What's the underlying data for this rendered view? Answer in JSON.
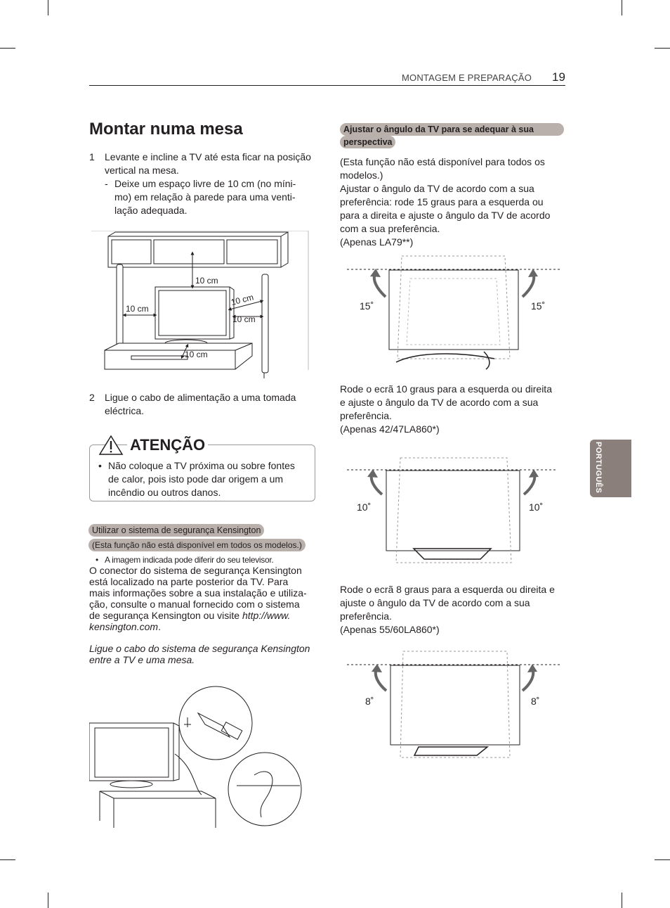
{
  "header": {
    "section": "MONTAGEM E PREPARAÇÃO",
    "page_number": "19"
  },
  "side_tab": {
    "label": "PORTUGUÊS"
  },
  "left": {
    "title": "Montar numa mesa",
    "step1_num": "1",
    "step1_line1": "Levante e incline a TV até esta ficar na posição",
    "step1_line2": "vertical na mesa.",
    "step1_dash": "-",
    "step1_sub1": "Deixe um espaço livre de 10 cm (no míni-",
    "step1_sub2": "mo) em relação à parede para uma venti-",
    "step1_sub3": "lação adequada.",
    "fig1": {
      "d_top": "10 cm",
      "d_left": "10 cm",
      "d_right1": "10 cm",
      "d_right2": "10 cm",
      "d_bottom": "10 cm"
    },
    "step2_num": "2",
    "step2_line1": "Ligue o cabo de alimentação a uma tomada",
    "step2_line2": "eléctrica.",
    "caution": {
      "title": "ATENÇÃO",
      "bullet": "•",
      "line1": "Não coloque a TV próxima ou sobre fontes",
      "line2": "de calor, pois isto pode dar origem a um",
      "line3": "incêndio ou outros danos."
    },
    "kensington": {
      "heading": "Utilizar o sistema de segurança Kensington",
      "subheading": "(Esta função não está disponível em todos os modelos.)",
      "bullet": "•",
      "note": "A imagem indicada pode diferir do seu televisor.",
      "p1": "O conector do sistema de segurança Kensington",
      "p2": "está localizado na parte posterior da TV. Para",
      "p3": "mais informações sobre a sua instalação e utiliza-",
      "p4": "ção, consulte o manual fornecido com o sistema",
      "p5": "de segurança Kensington ou visite ",
      "p5_link": "http://www.",
      "p6_link": "kensington.com",
      "p6_end": ".",
      "italic1": "Ligue o cabo do sistema de segurança Kensington",
      "italic2": "entre a TV e uma mesa."
    }
  },
  "right": {
    "heading_line1": "Ajustar o ângulo da TV para se adequar à sua",
    "heading_line2": "perspectiva",
    "intro1": "(Esta função não está disponível para todos os",
    "intro2": "modelos.)",
    "intro3": "Ajustar o ângulo da TV de acordo com a sua",
    "intro4": "preferência: rode 15 graus para a esquerda ou",
    "intro5": "para a direita e ajuste o ângulo da TV de acordo",
    "intro6": "com a sua preferência.",
    "intro7": "(Apenas LA79**)",
    "fig_a": {
      "left_angle": "15˚",
      "right_angle": "15˚"
    },
    "p2_1": "Rode o ecrã 10 graus para a esquerda ou direita",
    "p2_2": "e ajuste o ângulo da TV de acordo com a sua",
    "p2_3": "preferência.",
    "p2_4": "(Apenas 42/47LA860*)",
    "fig_b": {
      "left_angle": "10˚",
      "right_angle": "10˚"
    },
    "p3_1": "Rode o ecrã 8 graus para a esquerda ou direita e",
    "p3_2": "ajuste o ângulo da TV de acordo com a sua",
    "p3_3": "preferência.",
    "p3_4": "(Apenas 55/60LA860*)",
    "fig_c": {
      "left_angle": "8˚",
      "right_angle": "8˚"
    }
  }
}
